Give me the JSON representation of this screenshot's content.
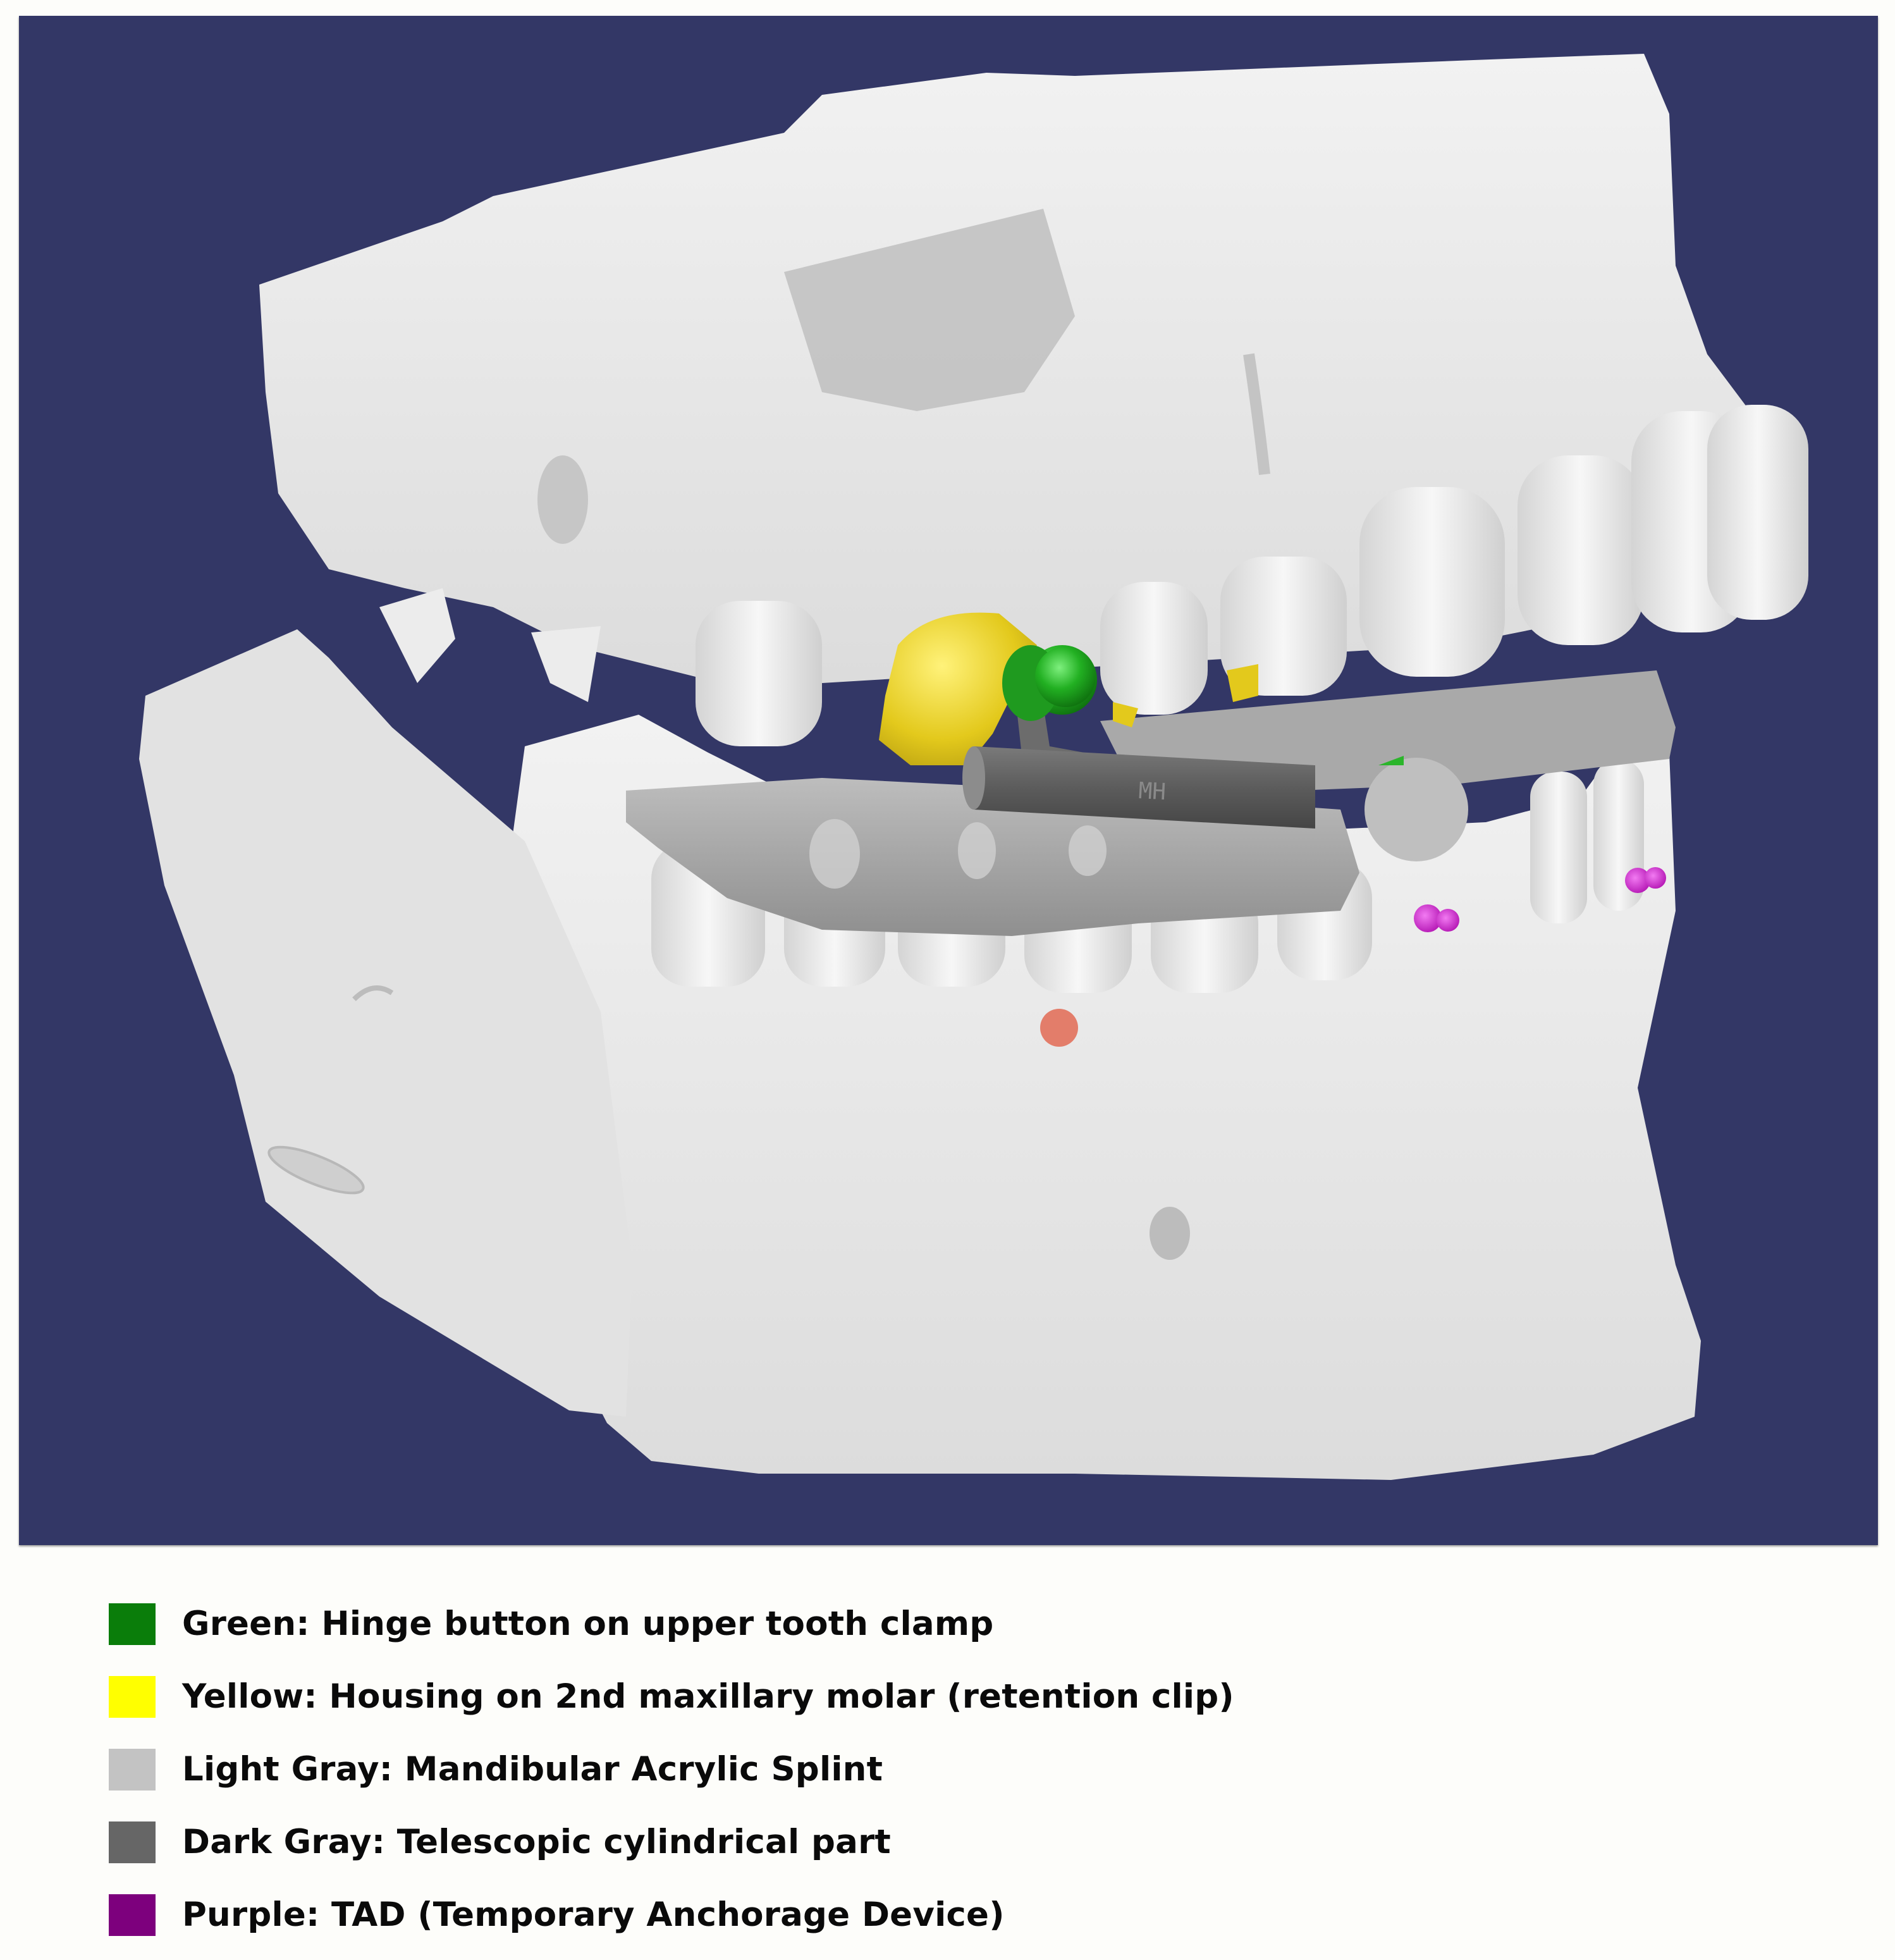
{
  "figure": {
    "background_color": "#333766",
    "bone_color": "#e6e6e6",
    "components": [
      {
        "id": "hinge-button",
        "color": "#2bb52b"
      },
      {
        "id": "housing-retention-clip",
        "color": "#e6cf1f"
      },
      {
        "id": "mandibular-acrylic-splint",
        "color": "#a5a5a5"
      },
      {
        "id": "telescopic-cylinder",
        "color": "#5e5e5e"
      },
      {
        "id": "tad",
        "color": "#d623d6"
      },
      {
        "id": "reference-point",
        "color": "#e37d6a"
      }
    ]
  },
  "legend": {
    "items": [
      {
        "key": "Green:",
        "desc": "Hinge button on upper tooth clamp",
        "color": "#0a7d0a"
      },
      {
        "key": "Yellow:",
        "desc": "Housing on 2nd maxillary molar (retention clip)",
        "color": "#ffff00"
      },
      {
        "key": "Light Gray:",
        "desc": "Mandibular Acrylic Splint",
        "color": "#c3c3c3"
      },
      {
        "key": "Dark Gray:",
        "desc": "Telescopic cylindrical part",
        "color": "#666666"
      },
      {
        "key": "Purple:",
        "desc": "TAD (Temporary Anchorage Device)",
        "color": "#7d007d"
      }
    ]
  }
}
